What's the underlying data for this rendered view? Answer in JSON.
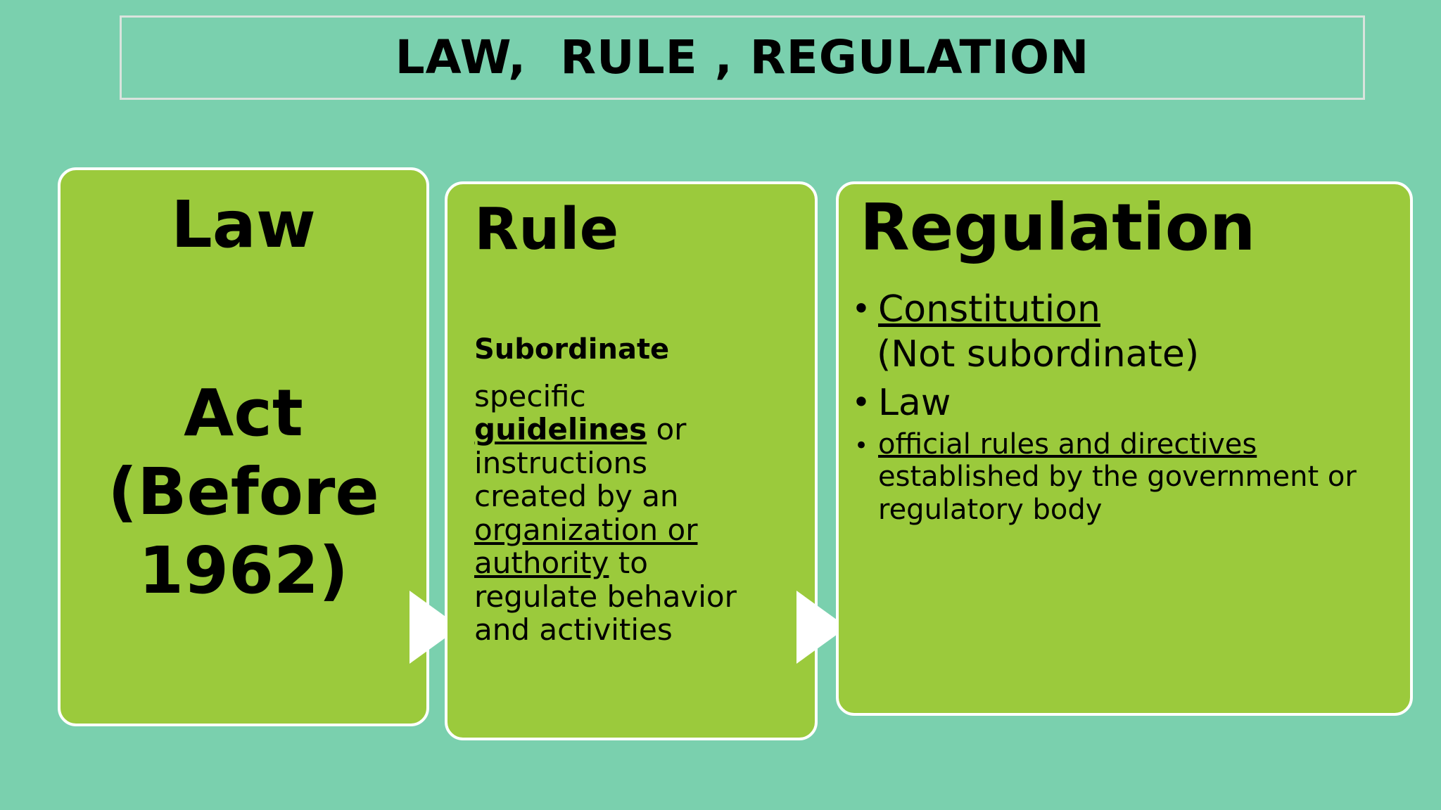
{
  "title": {
    "text": "LAW,  RULE , REGULATION"
  },
  "colors": {
    "background": "#7ad0ae",
    "card": "#9bca3c",
    "card_border": "#ffffff",
    "title_border": "#d9e3dd",
    "text": "#000000",
    "arrow": "#ffffff"
  },
  "cards": [
    {
      "id": "law",
      "heading": "Law",
      "body": "Act (Before 1962)"
    },
    {
      "id": "rule",
      "heading": "Rule",
      "subheading": "Subordinate",
      "paragraph": {
        "seg1": "specific ",
        "seg2_bold_underline": "guidelines",
        "seg3": " or instructions created by an ",
        "seg4_underline": "organization or authority",
        "seg5": " to regulate behavior and activities"
      }
    },
    {
      "id": "regulation",
      "heading": "Regulation",
      "bullets": [
        {
          "bullet": "•",
          "text_underline": "Constitution",
          "note": "(Not subordinate)"
        },
        {
          "bullet": "•",
          "text": "Law"
        },
        {
          "bullet": "•",
          "text_underline": "official rules and directives",
          "text_rest": "established by the government or regulatory body"
        }
      ]
    }
  ],
  "arrows": [
    {
      "name": "arrow-law-to-rule",
      "glyph": "▶"
    },
    {
      "name": "arrow-rule-to-regulation",
      "glyph": "▶"
    }
  ]
}
